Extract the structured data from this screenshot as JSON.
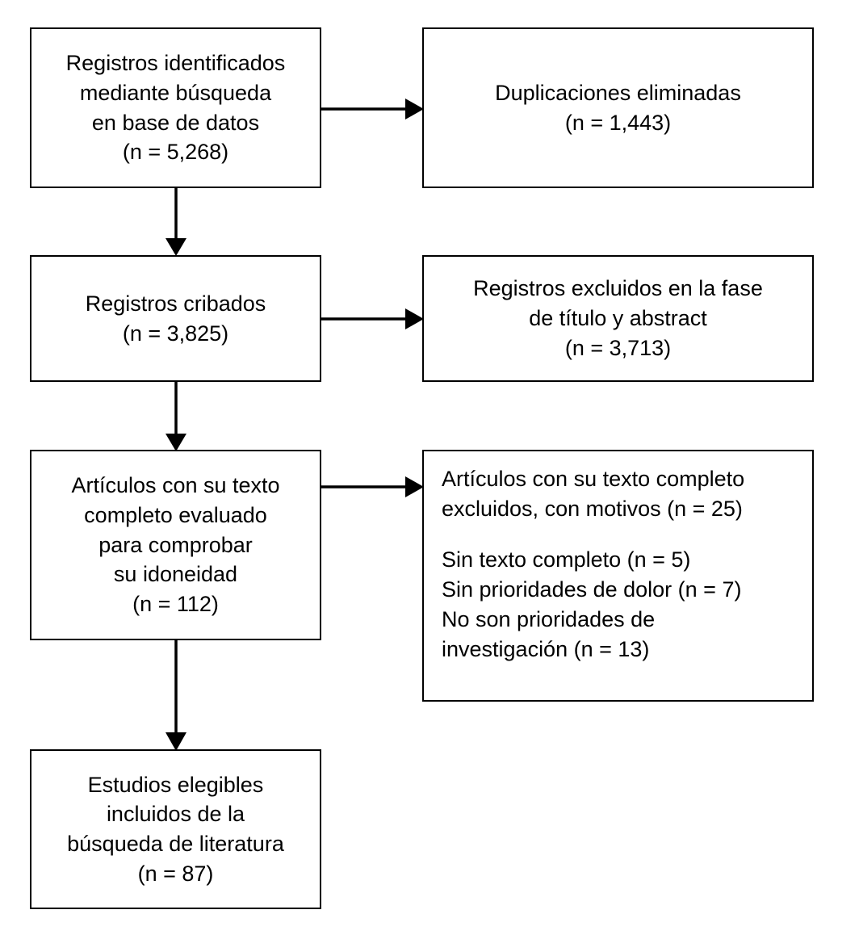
{
  "diagram": {
    "type": "prisma-flow-diagram",
    "language": "es",
    "stroke_color": "#000000",
    "background_color": "#ffffff",
    "boxes": [
      {
        "id": "records-identified",
        "align": "center",
        "lines": [
          "Registros identificados",
          "mediante búsqueda",
          "en base de datos",
          "(n = 5,268)"
        ],
        "count_label": "(n = 5,268)",
        "count": 5268
      },
      {
        "id": "duplicates-removed",
        "align": "center",
        "lines": [
          "Duplicaciones eliminadas",
          "(n = 1,443)"
        ],
        "count_label": "(n = 1,443)",
        "count": 1443
      },
      {
        "id": "records-screened",
        "align": "center",
        "lines": [
          "Registros cribados",
          "(n = 3,825)"
        ],
        "count_label": "(n = 3,825)",
        "count": 3825
      },
      {
        "id": "records-excluded-title-abstract",
        "align": "center",
        "lines": [
          "Registros excluidos en la fase",
          "de título y abstract",
          "(n = 3,713)"
        ],
        "count_label": "(n = 3,713)",
        "count": 3713
      },
      {
        "id": "full-text-assessed",
        "align": "center",
        "lines": [
          "Artículos con su texto",
          "completo evaluado",
          "para comprobar",
          "su idoneidad",
          "(n = 112)"
        ],
        "count_label": "(n = 112)",
        "count": 112
      },
      {
        "id": "full-text-excluded",
        "align": "left",
        "lines": [
          "Artículos con su texto completo",
          "excluidos, con motivos (n = 25)",
          "",
          "Sin texto completo (n = 5)",
          "Sin prioridades de dolor (n = 7)",
          "No son prioridades de",
          "investigación (n = 13)"
        ],
        "count_label": "(n = 25)",
        "count": 25,
        "reasons": [
          {
            "label": "Sin texto completo",
            "count_label": "(n = 5)",
            "count": 5
          },
          {
            "label": "Sin prioridades de dolor",
            "count_label": "(n = 7)",
            "count": 7
          },
          {
            "label": "No son prioridades de investigación",
            "count_label": "(n = 13)",
            "count": 13
          }
        ]
      },
      {
        "id": "eligible-studies-included",
        "align": "center",
        "lines": [
          "Estudios elegibles",
          "incluidos de la",
          "búsqueda de literatura",
          "(n = 87)"
        ],
        "count_label": "(n = 87)",
        "count": 87
      }
    ],
    "connectors": [
      {
        "id": "identified-to-duplicates",
        "direction": "right"
      },
      {
        "id": "identified-to-screened",
        "direction": "down"
      },
      {
        "id": "screened-to-excluded",
        "direction": "right"
      },
      {
        "id": "screened-to-fulltext",
        "direction": "down"
      },
      {
        "id": "fulltext-to-excluded",
        "direction": "right"
      },
      {
        "id": "fulltext-to-included",
        "direction": "down"
      }
    ]
  }
}
